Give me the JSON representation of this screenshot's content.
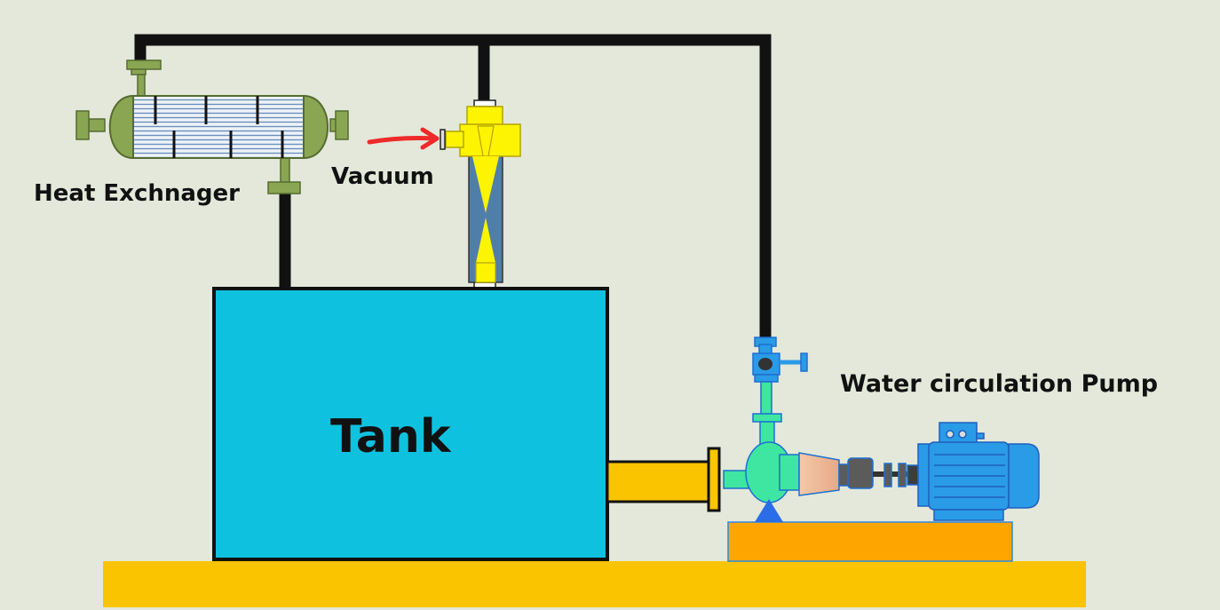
{
  "labels": {
    "heat_exchanger": "Heat Exchnager",
    "vacuum": "Vacuum",
    "pump": "Water circulation Pump",
    "tank": "Tank"
  },
  "colors": {
    "background": "#e3e8da",
    "tank": "#0ec2df",
    "base": "#fbc400",
    "skid": "#ffa500",
    "pipe": "#111111",
    "heat_exchanger": "#8aa652",
    "ejector": "#fcf400",
    "pump": "#3ee6a2",
    "motor": "#2a9be6",
    "arrow": "#ee2a2a"
  }
}
